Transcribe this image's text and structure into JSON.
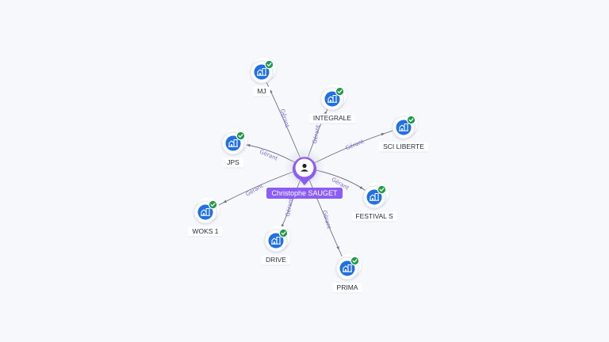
{
  "colors": {
    "center_accent": "#8b5cf6",
    "company_disc": "#1f6fe5",
    "status_check": "#1d9a4a",
    "edge_label": "#7a6cd6"
  },
  "center": {
    "name": "Christophe SAUGET",
    "icon": "person-icon"
  },
  "edge_label": "Gérant",
  "companies": [
    {
      "id": "mj",
      "name": "MJ",
      "status_icon": "check-icon"
    },
    {
      "id": "integrale",
      "name": "INTEGRALE",
      "status_icon": "check-icon"
    },
    {
      "id": "sci-liberte",
      "name": "SCI LIBERTE",
      "status_icon": "check-icon"
    },
    {
      "id": "jps",
      "name": "JPS",
      "status_icon": "check-icon"
    },
    {
      "id": "festival-s",
      "name": "FESTIVAL S",
      "status_icon": "check-icon"
    },
    {
      "id": "woks-1",
      "name": "WOKS 1",
      "status_icon": "check-icon"
    },
    {
      "id": "drive",
      "name": "DRIVE",
      "status_icon": "check-icon"
    },
    {
      "id": "prima",
      "name": "PRIMA",
      "status_icon": "check-icon"
    }
  ]
}
